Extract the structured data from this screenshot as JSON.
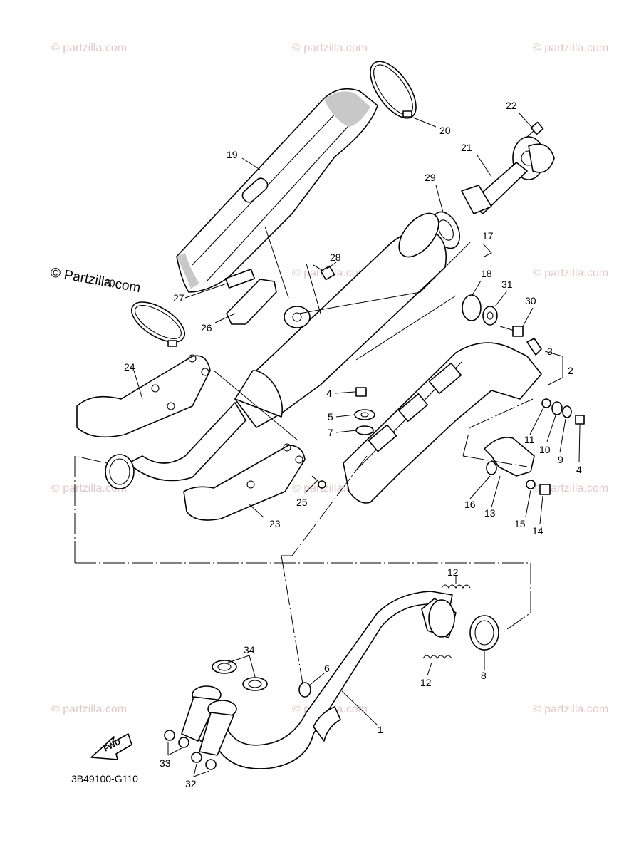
{
  "diagram": {
    "code": "3B49100-G110",
    "fwd_label": "FWD",
    "watermark": "© Partzilla.com",
    "watermark_small": "© partzilla.com",
    "callouts": {
      "n1": "1",
      "n2": "2",
      "n3": "3",
      "n4a": "4",
      "n4b": "4",
      "n5": "5",
      "n6": "6",
      "n7": "7",
      "n8": "8",
      "n9": "9",
      "n10": "10",
      "n11": "11",
      "n12a": "12",
      "n12b": "12",
      "n13": "13",
      "n14": "14",
      "n15": "15",
      "n16": "16",
      "n17": "17",
      "n18": "18",
      "n19": "19",
      "n20a": "20",
      "n20b": "20",
      "n21": "21",
      "n22": "22",
      "n23": "23",
      "n24": "24",
      "n25": "25",
      "n26": "26",
      "n27": "27",
      "n28": "28",
      "n29": "29",
      "n30": "30",
      "n31": "31",
      "n32": "32",
      "n33": "33",
      "n34": "34"
    }
  }
}
